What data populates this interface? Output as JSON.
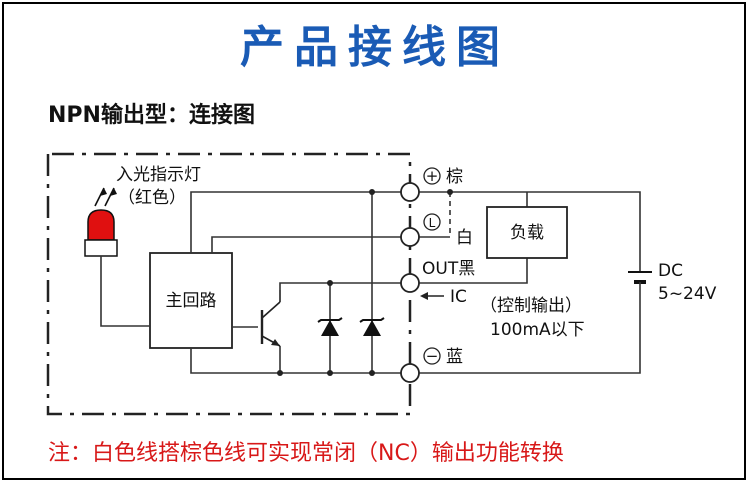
{
  "header": {
    "title": "产品接线图",
    "subtitle": "NPN输出型：连接图"
  },
  "sensor": {
    "indicator_label": "入光指示灯",
    "indicator_color_label": "（红色）",
    "indicator_color": "#e01010",
    "main_circuit_label": "主回路"
  },
  "terminals": {
    "brown": "棕",
    "white": "白",
    "out_black": "OUT黑",
    "blue": "蓝",
    "plus_symbol": "+",
    "minus_symbol": "−",
    "l_symbol": "L",
    "ic_label": "IC"
  },
  "load": {
    "label": "负载",
    "control_output_label": "（控制输出）",
    "current_label": "100mA以下"
  },
  "power": {
    "label": "DC",
    "range": "5~24V"
  },
  "footer_note": "注：白色线搭棕色线可实现常闭（NC）输出功能转换",
  "colors": {
    "title": "#1a5bb5",
    "note": "#d81818"
  }
}
